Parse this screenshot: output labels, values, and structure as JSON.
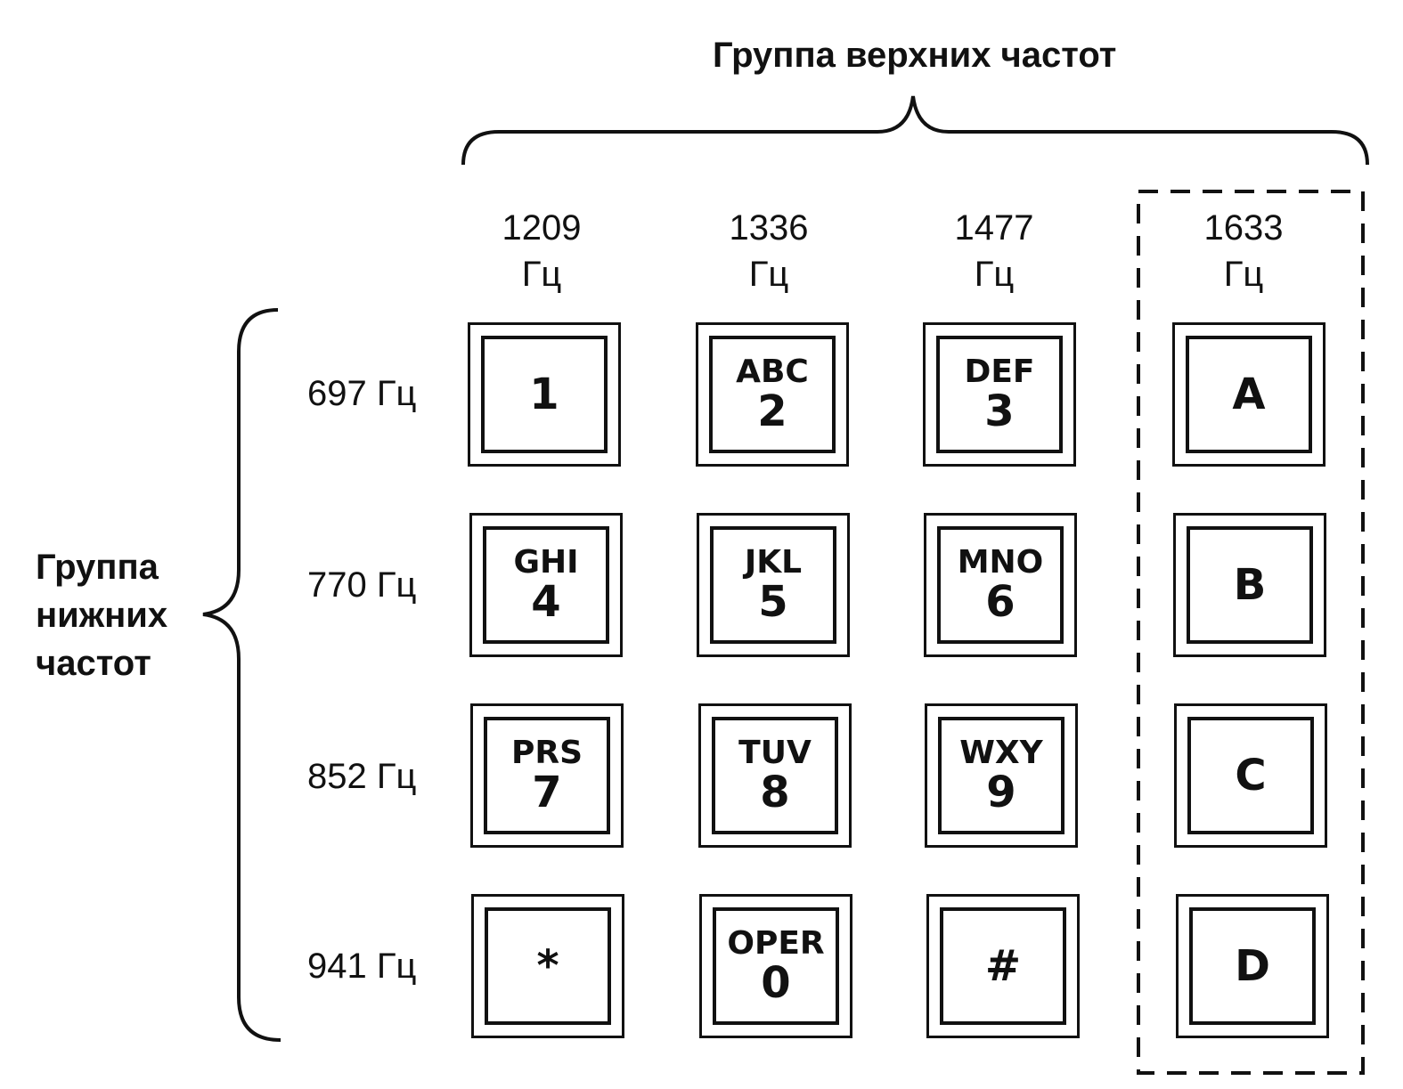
{
  "high_group_label": "Группа верхних частот",
  "low_group_label": "Группа нижних частот",
  "columns": [
    {
      "freq": "1209",
      "unit": "Гц"
    },
    {
      "freq": "1336",
      "unit": "Гц"
    },
    {
      "freq": "1477",
      "unit": "Гц"
    },
    {
      "freq": "1633",
      "unit": "Гц"
    }
  ],
  "rows": [
    "697 Гц",
    "770 Гц",
    "852 Гц",
    "941 Гц"
  ],
  "keys": [
    [
      {
        "letters": "",
        "digit": "1"
      },
      {
        "letters": "ABC",
        "digit": "2"
      },
      {
        "letters": "DEF",
        "digit": "3"
      },
      {
        "letters": "",
        "digit": "A"
      }
    ],
    [
      {
        "letters": "GHI",
        "digit": "4"
      },
      {
        "letters": "JKL",
        "digit": "5"
      },
      {
        "letters": "MNO",
        "digit": "6"
      },
      {
        "letters": "",
        "digit": "B"
      }
    ],
    [
      {
        "letters": "PRS",
        "digit": "7"
      },
      {
        "letters": "TUV",
        "digit": "8"
      },
      {
        "letters": "WXY",
        "digit": "9"
      },
      {
        "letters": "",
        "digit": "C"
      }
    ],
    [
      {
        "letters": "",
        "digit": "*"
      },
      {
        "letters": "OPER",
        "digit": "0"
      },
      {
        "letters": "",
        "digit": "#"
      },
      {
        "letters": "",
        "digit": "D"
      }
    ]
  ]
}
